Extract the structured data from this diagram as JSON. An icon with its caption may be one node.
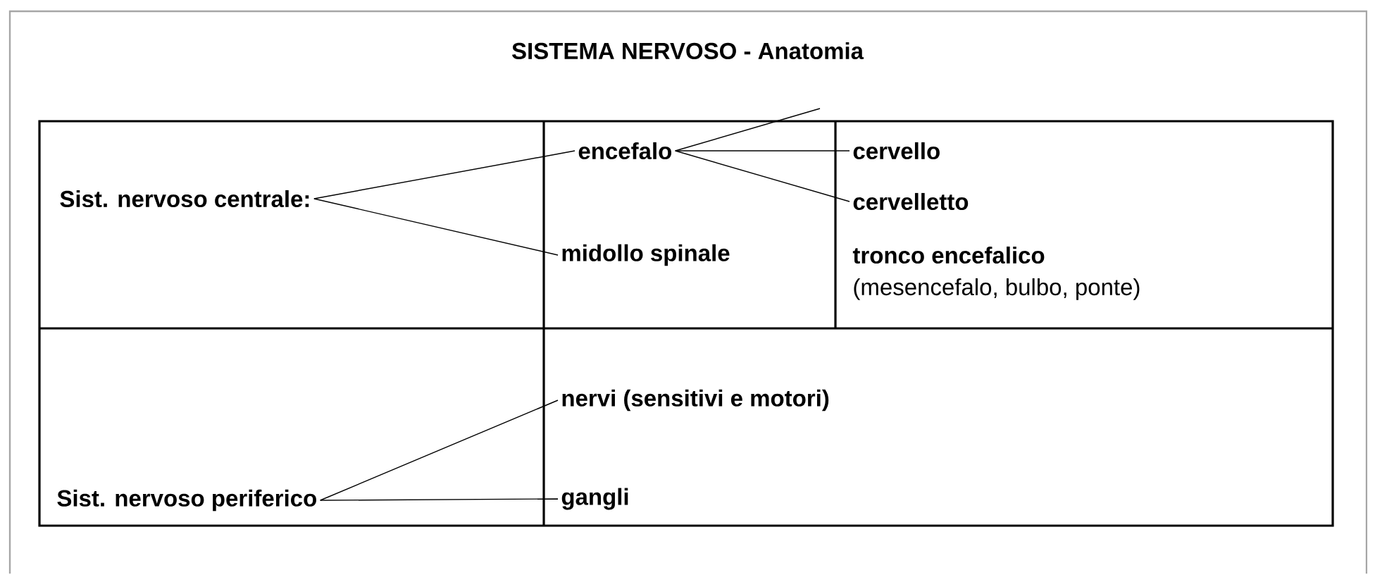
{
  "diagram": {
    "title": "SISTEMA NERVOSO - Anatomia",
    "nodes": [
      {
        "text": [
          "Sist. nervoso centrale:"
        ]
      },
      {
        "text": [
          "encefalo"
        ]
      },
      {
        "text": [
          "midollo spinale"
        ]
      },
      {
        "text": [
          "cervello"
        ]
      },
      {
        "text": [
          "cervelletto"
        ]
      },
      {
        "text": [
          "tronco encefalico"
        ],
        "beside": [
          "(mesencefalo, bulbo, ponte)"
        ]
      },
      {
        "text": [
          "Sist. nervoso periferico"
        ]
      },
      {
        "text": [
          "nervi (sensitivi e motori)"
        ]
      },
      {
        "text": [
          "gangli"
        ]
      }
    ],
    "edges": [
      {
        "from": 0,
        "to": 1,
        "arrow": "none"
      },
      {
        "from": 0,
        "to": 2,
        "arrow": "none"
      },
      {
        "from": 1,
        "to": null,
        "arrow": "none"
      },
      {
        "from": 1,
        "to": 3,
        "arrow": "none"
      },
      {
        "from": 1,
        "to": 4,
        "arrow": "none"
      },
      {
        "from": 6,
        "to": 7,
        "arrow": "none"
      },
      {
        "from": 6,
        "to": 8,
        "arrow": "none"
      }
    ]
  }
}
